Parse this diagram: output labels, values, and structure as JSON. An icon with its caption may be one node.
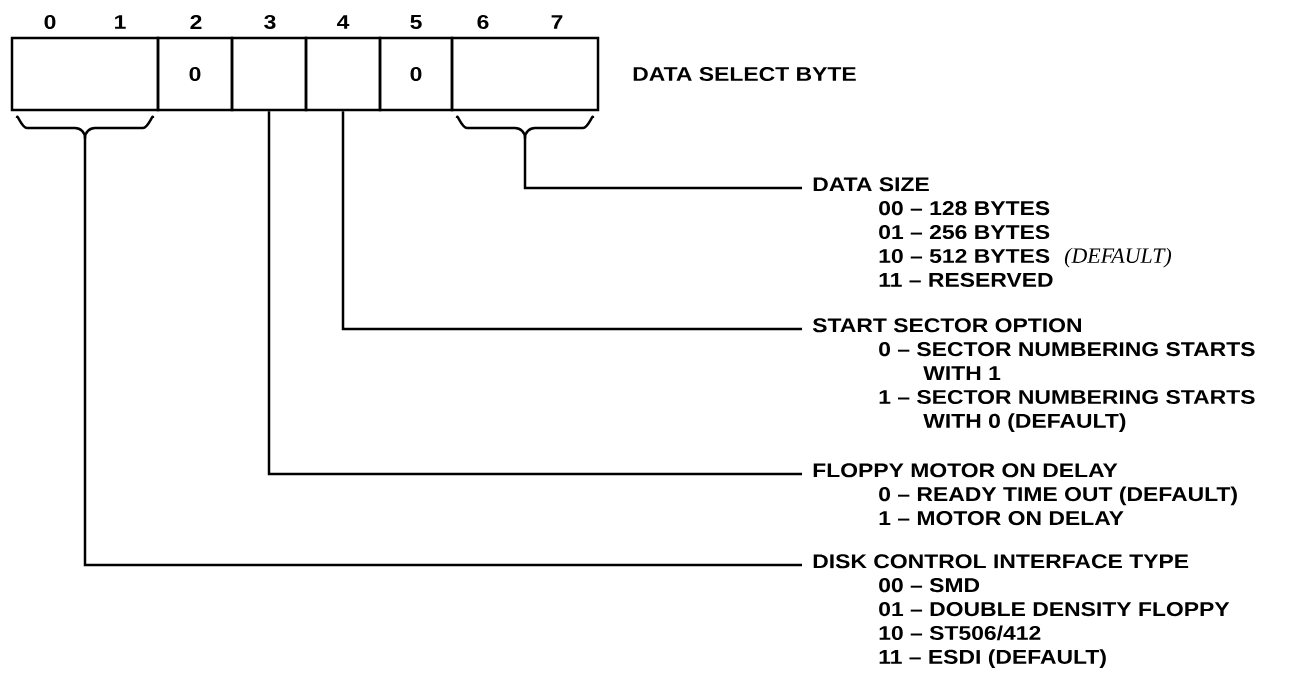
{
  "diagram": {
    "nodes": [
      {
        "text": [],
        "shape": "box"
      },
      {
        "text": [
          "0"
        ]
      },
      {
        "text": [],
        "shape": "box"
      },
      {
        "text": [],
        "shape": "box"
      },
      {
        "text": [
          "0"
        ]
      },
      {
        "text": [],
        "shape": "box"
      },
      {
        "text": [
          "DATA SIZE",
          "00 – 128 BYTES",
          "01 – 256 BYTES",
          "10 – 512 BYTES",
          "(DEFAULT)",
          "11 – RESERVED"
        ]
      },
      {
        "text": [
          "START SECTOR OPTION",
          "0 – SECTOR NUMBERING STARTS WITH 1",
          "1 – SECTOR NUMBERING STARTS WITH 0 (DEFAULT)"
        ]
      },
      {
        "text": [
          "FLOPPY MOTOR ON DELAY",
          "0 – READY TIME OUT (DEFAULT)",
          "1 – MOTOR ON DELAY"
        ]
      },
      {
        "text": [
          "DISK CONTROL INTERFACE TYPE",
          "00 – SMD",
          "01 – DOUBLE DENSITY FLOPPY",
          "10 – ST506/412",
          "11 – ESDI (DEFAULT)"
        ]
      }
    ],
    "edges": [
      {
        "from": 5,
        "to": 6,
        "arrow": "none"
      },
      {
        "from": 3,
        "to": 7,
        "arrow": "none"
      },
      {
        "from": 2,
        "to": 8,
        "arrow": "none"
      },
      {
        "from": 0,
        "to": 9,
        "arrow": "none"
      }
    ],
    "labels": [
      "0",
      "1",
      "2",
      "3",
      "4",
      "5",
      "6",
      "7",
      "DATA SELECT BYTE"
    ]
  }
}
